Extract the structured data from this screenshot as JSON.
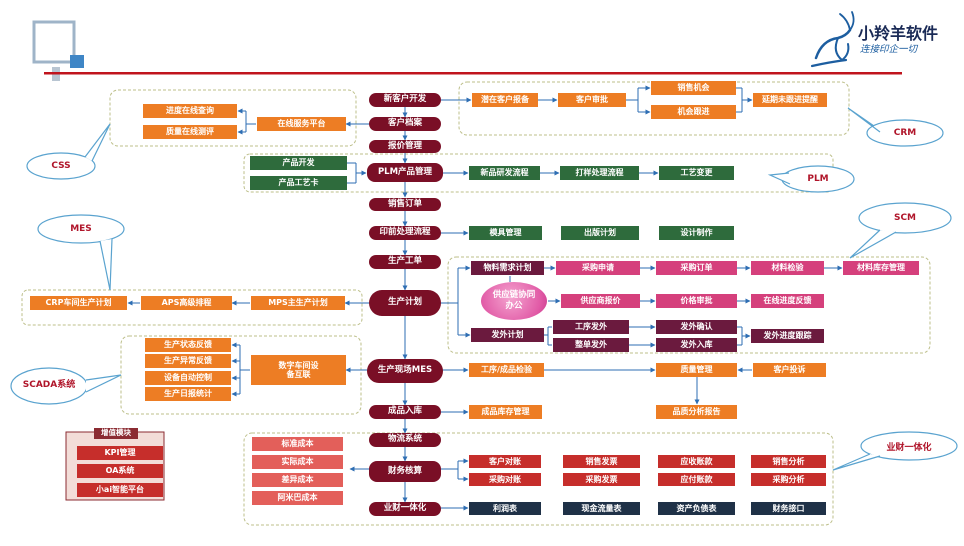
{
  "brand": {
    "name": "小羚羊软件",
    "slogan": "连接印企一切"
  },
  "main_flow": [
    "新客户开发",
    "客户档案",
    "报价管理",
    "PLM产品管理",
    "销售订单",
    "印前处理流程",
    "生产工单",
    "生产计划",
    "生产现场MES",
    "成品入库",
    "物流系统",
    "财务核算",
    "业财一体化"
  ],
  "crm": {
    "label": "CRM",
    "items": [
      "潜在客户报备",
      "客户审批",
      "销售机会",
      "机会跟进",
      "延期未跟进提醒"
    ]
  },
  "css": {
    "label": "CSS",
    "items": [
      "进度在线查询",
      "质量在线测评",
      "在线服务平台"
    ]
  },
  "plm": {
    "label": "PLM",
    "left": [
      "产品开发",
      "产品工艺卡"
    ],
    "right": [
      "新品研发流程",
      "打样处理流程",
      "工艺变更"
    ]
  },
  "prepress": [
    "模具管理",
    "出版计划",
    "设计制作"
  ],
  "mes": {
    "label": "MES",
    "items": [
      "CRP车间生产计划",
      "APS高级排程",
      "MPS主生产计划"
    ]
  },
  "scm": {
    "label": "SCM",
    "material_plan": "物料需求计划",
    "purchase": [
      "采购申请",
      "采购订单",
      "材料检验",
      "材料库存管理"
    ],
    "supply_center": "供应链协同办公",
    "quote": [
      "供应商报价",
      "价格审批",
      "在线进度反馈"
    ],
    "outsource_plan": "发外计划",
    "outsource": [
      "工序发外",
      "整单发外",
      "发外确认",
      "发外入库",
      "发外进度跟踪"
    ]
  },
  "scada": {
    "label": "SCADA系统",
    "items": [
      "生产状态反馈",
      "生产异常反馈",
      "设备自动控制",
      "生产日报统计"
    ],
    "digital": "数字车间设备互联"
  },
  "quality": [
    "工序/成品检验",
    "质量管理",
    "客户投诉",
    "品质分析报告"
  ],
  "warehouse": "成品库存管理",
  "finance": {
    "label": "业财一体化",
    "costs": [
      "标准成本",
      "实际成本",
      "差异成本",
      "阿米巴成本"
    ],
    "grid": [
      [
        "客户对账",
        "销售发票",
        "应收账款",
        "销售分析"
      ],
      [
        "采购对账",
        "采购发票",
        "应付账款",
        "采购分析"
      ]
    ],
    "reports": [
      "利润表",
      "现金流量表",
      "资产负债表",
      "财务接口"
    ]
  },
  "value_module": {
    "title": "增值模块",
    "items": [
      "KPI管理",
      "OA系统",
      "小ai智能平台"
    ]
  },
  "colors": {
    "main": "#7a0f26",
    "orange": "#ed7d24",
    "green": "#2e6b3c",
    "pink": "#d5407c",
    "red": "#c62e2b",
    "navy": "#1f3147",
    "line": "#2e6eb3",
    "dash": "#bdbf8a"
  }
}
